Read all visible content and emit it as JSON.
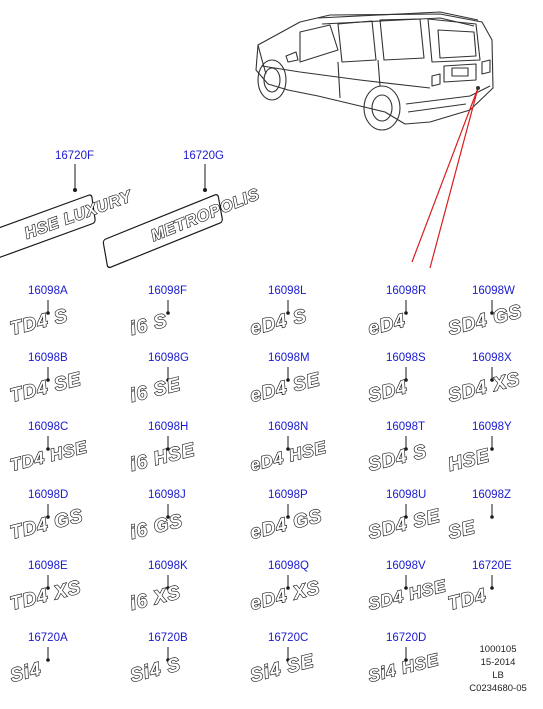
{
  "top_badges": [
    {
      "part": "16720F",
      "text": "HSE LUXURY"
    },
    {
      "part": "16720G",
      "text": "METROPOLIS"
    }
  ],
  "columns": [
    [
      {
        "part": "16098A",
        "text": "TD4 S"
      },
      {
        "part": "16098B",
        "text": "TD4 SE"
      },
      {
        "part": "16098C",
        "text": "TD4 HSE"
      },
      {
        "part": "16098D",
        "text": "TD4 GS"
      },
      {
        "part": "16098E",
        "text": "TD4 XS"
      },
      {
        "part": "16720A",
        "text": "Si4"
      }
    ],
    [
      {
        "part": "16098F",
        "text": "i6 S"
      },
      {
        "part": "16098G",
        "text": "i6 SE"
      },
      {
        "part": "16098H",
        "text": "i6 HSE"
      },
      {
        "part": "16098J",
        "text": "i6 GS"
      },
      {
        "part": "16098K",
        "text": "i6 XS"
      },
      {
        "part": "16720B",
        "text": "Si4 S"
      }
    ],
    [
      {
        "part": "16098L",
        "text": "eD4 S"
      },
      {
        "part": "16098M",
        "text": "eD4 SE"
      },
      {
        "part": "16098N",
        "text": "eD4 HSE"
      },
      {
        "part": "16098P",
        "text": "eD4 GS"
      },
      {
        "part": "16098Q",
        "text": "eD4 XS"
      },
      {
        "part": "16720C",
        "text": "Si4 SE"
      }
    ],
    [
      {
        "part": "16098R",
        "text": "eD4"
      },
      {
        "part": "16098S",
        "text": "SD4"
      },
      {
        "part": "16098T",
        "text": "SD4 S"
      },
      {
        "part": "16098U",
        "text": "SD4 SE"
      },
      {
        "part": "16098V",
        "text": "SD4 HSE"
      },
      {
        "part": "16720D",
        "text": "Si4 HSE"
      }
    ],
    [
      {
        "part": "16098W",
        "text": "SD4 GS"
      },
      {
        "part": "16098X",
        "text": "SD4 XS"
      },
      {
        "part": "16098Y",
        "text": "HSE"
      },
      {
        "part": "16098Z",
        "text": "SE"
      },
      {
        "part": "16720E",
        "text": "TD4"
      }
    ]
  ],
  "reference": {
    "line1": "1000105",
    "line2": "15-2014",
    "line3": "LB",
    "line4": "C0234680-05"
  },
  "colors": {
    "part_number": "#1a1ad0",
    "leader_line": "#d81e1e",
    "outline": "#1a1a1a"
  }
}
